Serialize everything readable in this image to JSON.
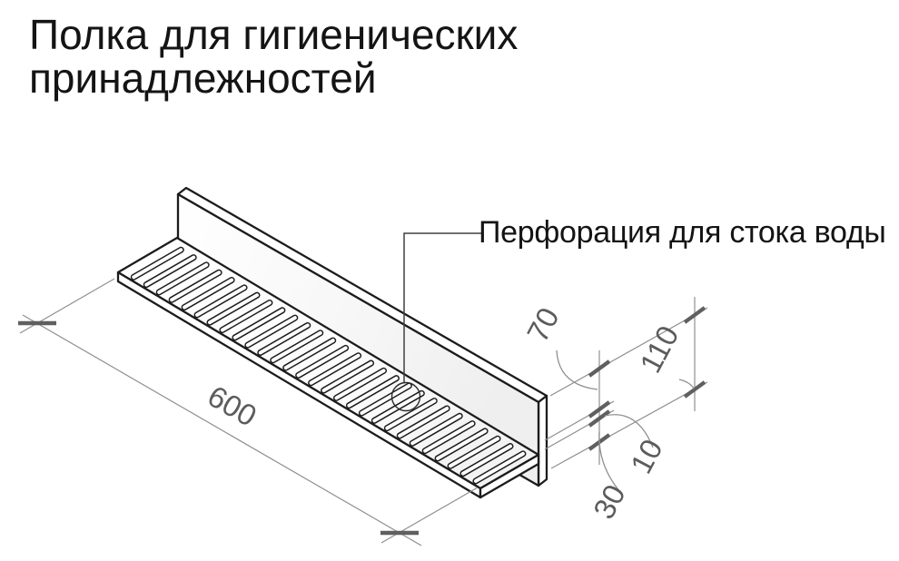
{
  "title": {
    "line1": "Полка для гигиенических",
    "line2": "принадлежностей"
  },
  "callout": {
    "text": "Перфорация для стока воды"
  },
  "dimensions": {
    "length": "600",
    "panel_top_to_shelf": "70",
    "total_height": "110",
    "shelf_thickness": "10",
    "shelf_to_bottom": "30"
  },
  "colors": {
    "drawing_line": "#1c1c1c",
    "dimension_line": "#8f8f8f",
    "tick": "#5f5f5f",
    "dimension_text": "#5c5c5c",
    "text": "#141414",
    "background": "#ffffff"
  }
}
